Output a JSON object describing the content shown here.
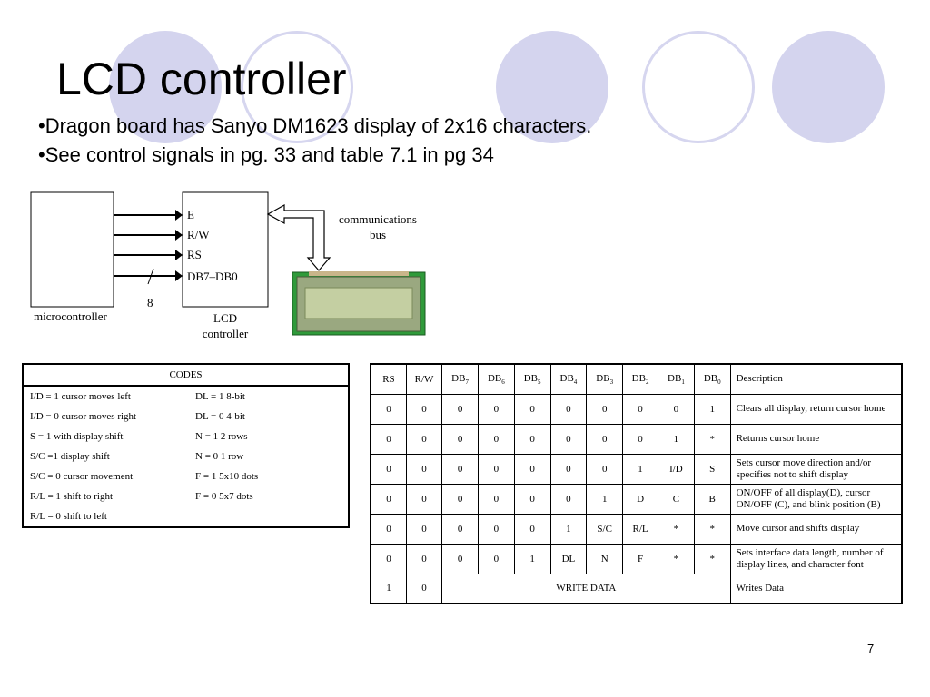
{
  "title": "LCD controller",
  "bullets": [
    "•Dragon board has Sanyo DM1623 display of 2x16 characters.",
    "•See control signals in pg. 33 and table 7.1 in pg 34"
  ],
  "diagram": {
    "microcontroller_label": "microcontroller",
    "lcd_controller_label_1": "LCD",
    "lcd_controller_label_2": "controller",
    "signals": [
      "E",
      "R/W",
      "RS",
      "DB7–DB0"
    ],
    "bus_width": "8",
    "bus_label_1": "communications",
    "bus_label_2": "bus"
  },
  "codes": {
    "header": "CODES",
    "rows": [
      [
        "I/D = 1 cursor moves left",
        "DL = 1 8-bit"
      ],
      [
        "I/D = 0 cursor moves right",
        "DL = 0 4-bit"
      ],
      [
        "S = 1 with display shift",
        "N = 1 2 rows"
      ],
      [
        "S/C =1 display shift",
        "N = 0 1 row"
      ],
      [
        "S/C = 0 cursor movement",
        "F = 1 5x10 dots"
      ],
      [
        "R/L = 1 shift to right",
        "F = 0 5x7 dots"
      ],
      [
        "R/L = 0 shift to left",
        ""
      ]
    ]
  },
  "instr": {
    "headers": [
      "RS",
      "R/W",
      "DB",
      "DB",
      "DB",
      "DB",
      "DB",
      "DB",
      "DB",
      "DB",
      "Description"
    ],
    "header_subs": [
      "",
      "",
      "7",
      "6",
      "5",
      "4",
      "3",
      "2",
      "1",
      "0",
      ""
    ],
    "rows": [
      [
        "0",
        "0",
        "0",
        "0",
        "0",
        "0",
        "0",
        "0",
        "0",
        "1",
        "Clears all display, return cursor home"
      ],
      [
        "0",
        "0",
        "0",
        "0",
        "0",
        "0",
        "0",
        "0",
        "1",
        "*",
        "Returns cursor home"
      ],
      [
        "0",
        "0",
        "0",
        "0",
        "0",
        "0",
        "0",
        "1",
        "I/D",
        "S",
        "Sets cursor move direction and/or specifies not to shift display"
      ],
      [
        "0",
        "0",
        "0",
        "0",
        "0",
        "0",
        "1",
        "D",
        "C",
        "B",
        "ON/OFF of all display(D), cursor ON/OFF (C), and blink position (B)"
      ],
      [
        "0",
        "0",
        "0",
        "0",
        "0",
        "1",
        "S/C",
        "R/L",
        "*",
        "*",
        "Move cursor and shifts display"
      ],
      [
        "0",
        "0",
        "0",
        "0",
        "1",
        "DL",
        "N",
        "F",
        "*",
        "*",
        "Sets interface data length, number of display lines, and character font"
      ]
    ],
    "write_row": {
      "rs": "1",
      "rw": "0",
      "write": "WRITE DATA",
      "desc": "Writes Data"
    }
  },
  "page_number": "7",
  "colors": {
    "circle_fill": "#d4d4ee",
    "circle_ring": "#d6d6ef",
    "lcd_board": "#2f9a3a",
    "lcd_screen": "#c4cfa2"
  }
}
